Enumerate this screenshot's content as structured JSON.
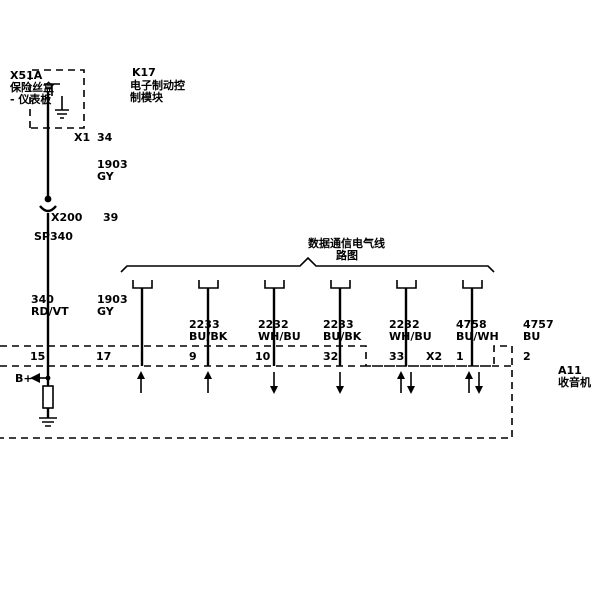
{
  "components": {
    "fuse_block": {
      "id": "X51A",
      "name_line1": "保险丝盒",
      "name_line2": "- 仪表板"
    },
    "ebcm": {
      "id": "K17",
      "name_line1": "电子制动控",
      "name_line2": "制模块"
    },
    "radio": {
      "id": "A11",
      "name": "收音机"
    }
  },
  "connectors": {
    "x1": {
      "label": "X1",
      "pin": "34"
    },
    "x200": {
      "label": "X200",
      "pin": "39"
    },
    "x2": {
      "label": "X2"
    }
  },
  "splice": {
    "label": "SP340"
  },
  "wires": {
    "upper_gy": {
      "circuit": "1903",
      "color": "GY"
    },
    "lower_left": {
      "circuit": "340",
      "color": "RD/VT"
    },
    "lower_gy": {
      "circuit": "1903",
      "color": "GY"
    },
    "data": [
      {
        "circuit": "2233",
        "color": "BU/BK"
      },
      {
        "circuit": "2232",
        "color": "WH/BU"
      },
      {
        "circuit": "2233",
        "color": "BU/BK"
      },
      {
        "circuit": "2232",
        "color": "WH/BU"
      },
      {
        "circuit": "4758",
        "color": "BU/WH"
      },
      {
        "circuit": "4757",
        "color": "BU"
      }
    ]
  },
  "data_bus": {
    "line1": "数据通信电气线",
    "line2": "路图"
  },
  "pins": [
    "15",
    "17",
    "9",
    "10",
    "32",
    "33",
    "1",
    "2"
  ],
  "ground": {
    "label": "B+"
  }
}
